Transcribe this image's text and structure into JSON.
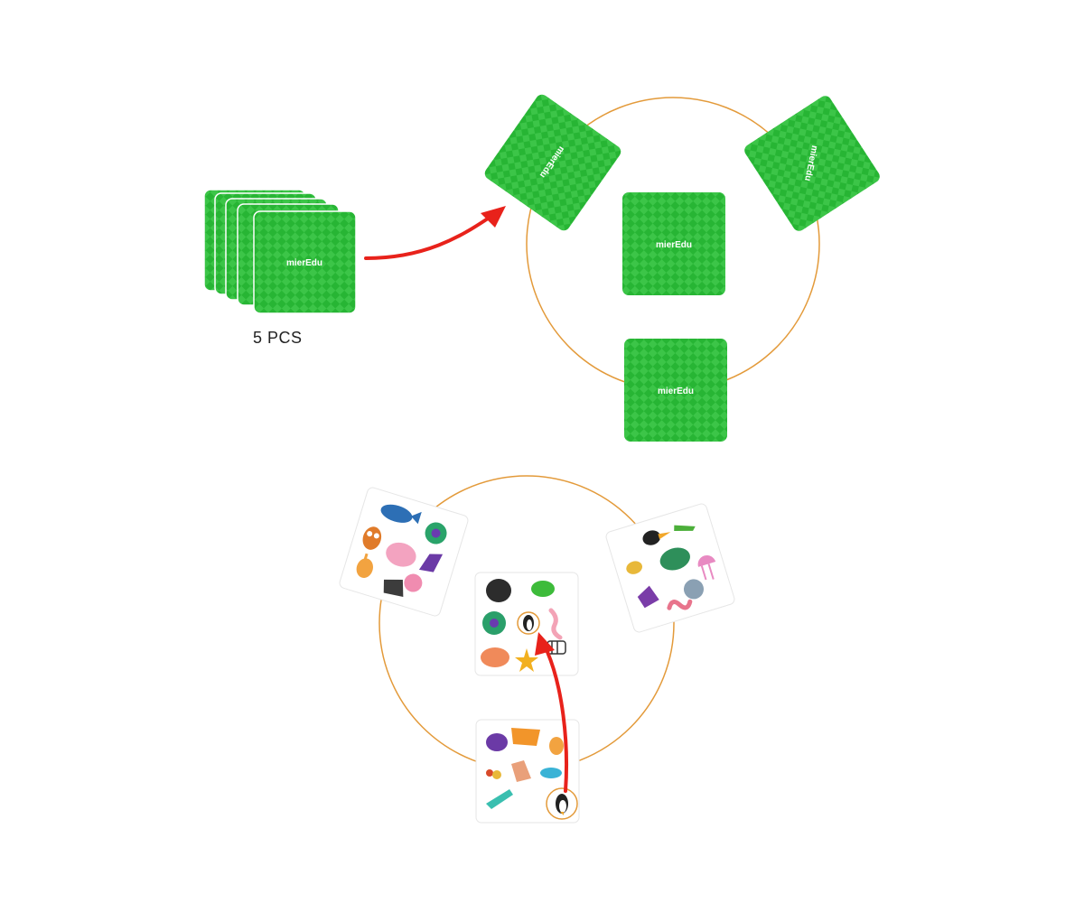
{
  "deck": {
    "brand_text": "mierEdu",
    "count_caption": "5 PCS",
    "card_back_color": "#27b534",
    "card_checker_color": "#3cc548"
  },
  "colors": {
    "circle_stroke": "#e39a3a",
    "arrow": "#e8221b",
    "highlight_ring": "#e39a3a"
  },
  "deal_cards": [
    {
      "name": "dealt-card-top-left",
      "brand": "mierEdu"
    },
    {
      "name": "dealt-card-top-right",
      "brand": "mierEdu"
    },
    {
      "name": "dealt-card-center",
      "brand": "mierEdu"
    },
    {
      "name": "dealt-card-bottom",
      "brand": "mierEdu"
    }
  ],
  "play_cards": {
    "top_left": [
      "whale",
      "peacock",
      "owl",
      "pink-elephant",
      "purple-goat",
      "rabbit",
      "octopus",
      "wolf"
    ],
    "center": [
      "gorilla",
      "frog",
      "peacock",
      "penguin",
      "worm",
      "pig",
      "starfish",
      "zebra"
    ],
    "right": [
      "toucan",
      "mantis",
      "bee",
      "turtle",
      "jellyfish",
      "goat",
      "koala",
      "worm"
    ],
    "bottom": [
      "hedgehog",
      "tiger",
      "rabbit",
      "ant",
      "deer",
      "dolphin",
      "crocodile",
      "penguin"
    ]
  },
  "matched_symbol": "penguin"
}
